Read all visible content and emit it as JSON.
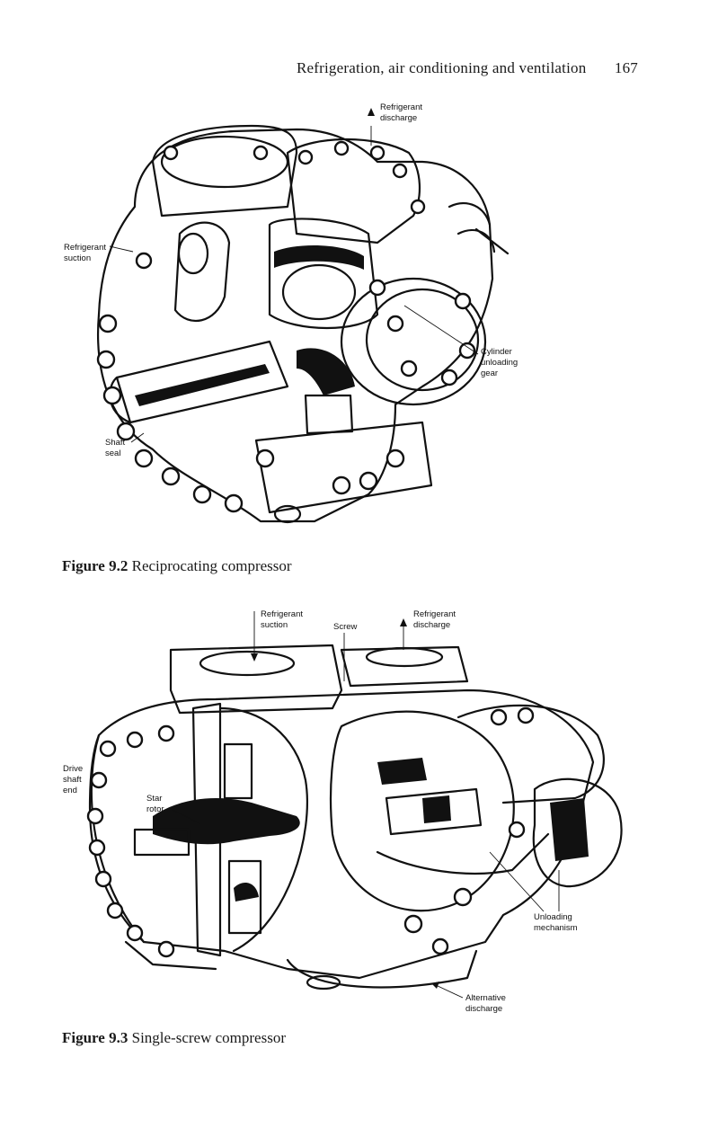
{
  "header": {
    "title": "Refrigeration, air conditioning and ventilation",
    "page_number": "167"
  },
  "figure_1": {
    "caption_number": "Figure 9.2",
    "caption_text": "Reciprocating compressor",
    "labels": {
      "discharge_1": "Refrigerant",
      "discharge_2": "discharge",
      "suction_1": "Refrigerant",
      "suction_2": "suction",
      "unloading_1": "Cylinder",
      "unloading_2": "unloading",
      "unloading_3": "gear",
      "seal_1": "Shaft",
      "seal_2": "seal"
    }
  },
  "figure_2": {
    "caption_number": "Figure 9.3",
    "caption_text": "Single-screw compressor",
    "labels": {
      "suction_1": "Refrigerant",
      "suction_2": "suction",
      "screw": "Screw",
      "discharge_1": "Refrigerant",
      "discharge_2": "discharge",
      "drive_1": "Drive",
      "drive_2": "shaft",
      "drive_3": "end",
      "star_1": "Star",
      "star_2": "rotor",
      "unloading_1": "Unloading",
      "unloading_2": "mechanism",
      "alt_1": "Alternative",
      "alt_2": "discharge"
    }
  }
}
